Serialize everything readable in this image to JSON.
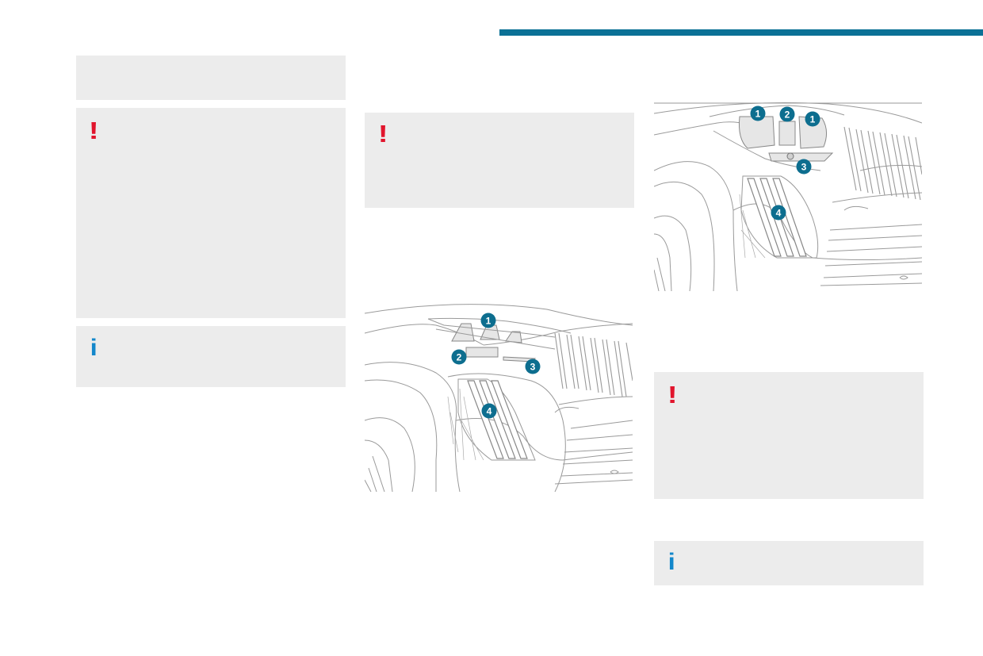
{
  "left_column": {
    "note_box_text": "",
    "warning_box": {
      "icon": "!",
      "text": ""
    },
    "info_box": {
      "icon": "i",
      "text": ""
    }
  },
  "middle_column": {
    "warning_box": {
      "icon": "!",
      "text": ""
    },
    "diagram": {
      "icon": "car-front-sensors-illustration",
      "callouts": [
        "1",
        "2",
        "3",
        "4"
      ]
    }
  },
  "right_column": {
    "diagram": {
      "icon": "car-front-sensors-illustration",
      "callouts": [
        "1",
        "2",
        "1",
        "3",
        "4"
      ]
    },
    "warning_box": {
      "icon": "!",
      "text": ""
    },
    "info_box": {
      "icon": "i",
      "text": ""
    }
  },
  "colors": {
    "accent": "#0b7196",
    "callout": "#0d6e8f",
    "warning": "#e1152d",
    "info": "#1387cb",
    "note_background": "#ececec",
    "line_art": "#9a9a9a"
  }
}
